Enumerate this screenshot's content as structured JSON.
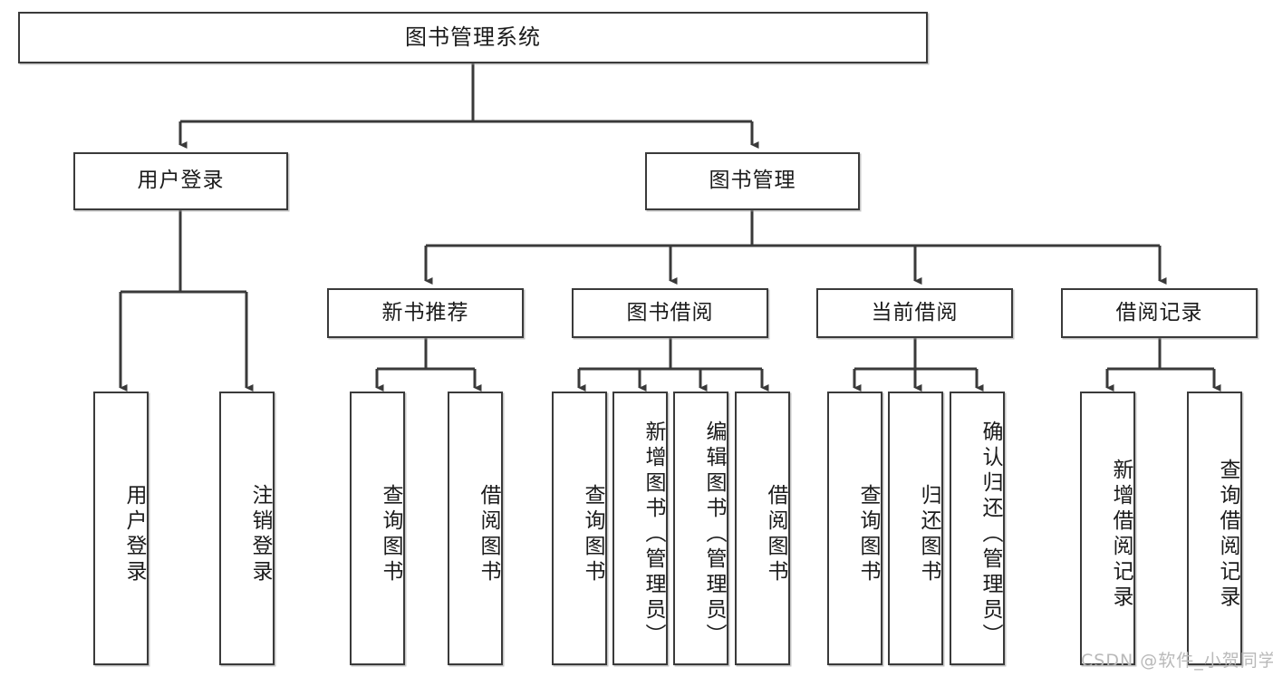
{
  "diagram": {
    "title": "图书管理系统",
    "watermark": "CSDN @软件_小贺同学",
    "colors": {
      "stroke": "#3a3a3a",
      "fill": "#ffffff",
      "text": "#1b1b1b",
      "watermark": "#b9b9b9"
    },
    "root": {
      "label": "图书管理系统"
    },
    "level1": [
      {
        "label": "用户登录"
      },
      {
        "label": "图书管理"
      }
    ],
    "level2": [
      {
        "label": "新书推荐"
      },
      {
        "label": "图书借阅"
      },
      {
        "label": "当前借阅"
      },
      {
        "label": "借阅记录"
      }
    ],
    "leaves": {
      "user_login": [
        {
          "label": "用户登录"
        },
        {
          "label": "注销登录"
        }
      ],
      "new_book": [
        {
          "label": "查询图书"
        },
        {
          "label": "借阅图书"
        }
      ],
      "book_borrow": [
        {
          "label": "查询图书"
        },
        {
          "label": "新增图书（管理员）"
        },
        {
          "label": "编辑图书（管理员）"
        },
        {
          "label": "借阅图书"
        }
      ],
      "current_borrow": [
        {
          "label": "查询图书"
        },
        {
          "label": "归还图书"
        },
        {
          "label": "确认归还（管理员）"
        }
      ],
      "borrow_record": [
        {
          "label": "新增借阅记录"
        },
        {
          "label": "查询借阅记录"
        }
      ]
    }
  }
}
